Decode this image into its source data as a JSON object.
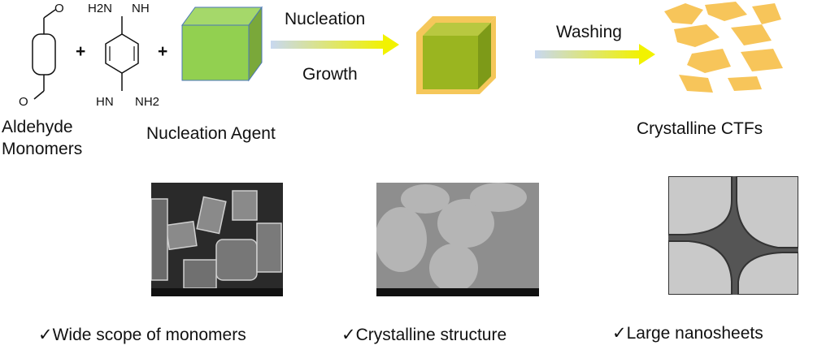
{
  "chem": {
    "aldehyde_o_top": "O",
    "aldehyde_o_bottom": "O",
    "amidine_top_left": "H2N",
    "amidine_top_right": "NH",
    "amidine_bottom_left": "HN",
    "amidine_bottom_right": "NH2",
    "plus": "+"
  },
  "labels": {
    "aldehyde": "Aldehyde",
    "monomers": "Monomers",
    "nucleation_agent": "Nucleation Agent",
    "nucleation": "Nucleation",
    "growth": "Growth",
    "washing": "Washing",
    "crystalline_ctfs": "Crystalline CTFs"
  },
  "features": [
    "✓Wide scope of monomers",
    "✓Crystalline structure",
    "✓Large nanosheets"
  ],
  "colors": {
    "cube_front": "#92d050",
    "cube_dark": "#7aa83a",
    "cube2_front": "#9ab520",
    "shell": "#f5c75a",
    "arrow_yellow": "#f2f200",
    "arrow_blue": "#c8d8f0",
    "flake": "#f7c55a"
  }
}
